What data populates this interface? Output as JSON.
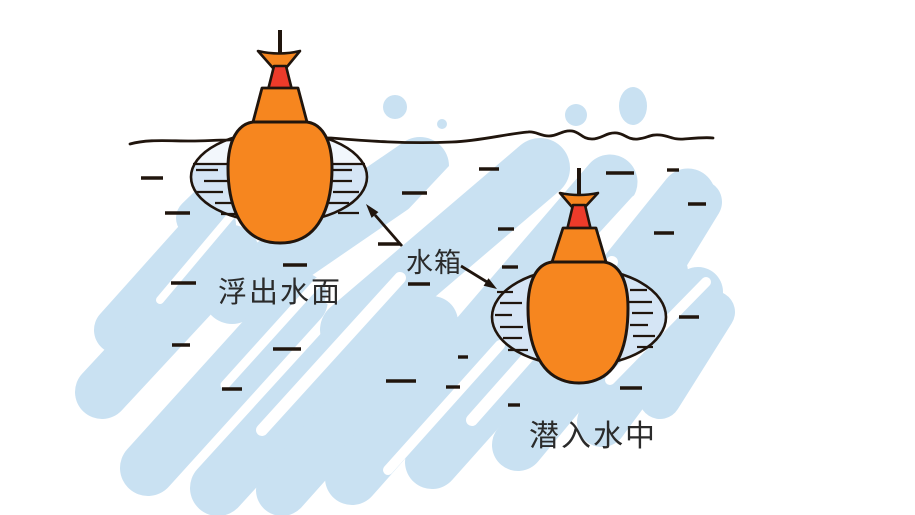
{
  "diagram": {
    "labels": {
      "surfaced": "浮出水面",
      "tank": "水箱",
      "submerged": "潜入水中"
    },
    "colors": {
      "water_stroke": "#C9E1F2",
      "tank_pale": "#F2F7FC",
      "tank_water": "#D5E5F5",
      "hull_orange": "#F6861F",
      "neck_red": "#EC3B2A",
      "outline": "#20150D",
      "label_text": "#2B2B2B"
    }
  }
}
